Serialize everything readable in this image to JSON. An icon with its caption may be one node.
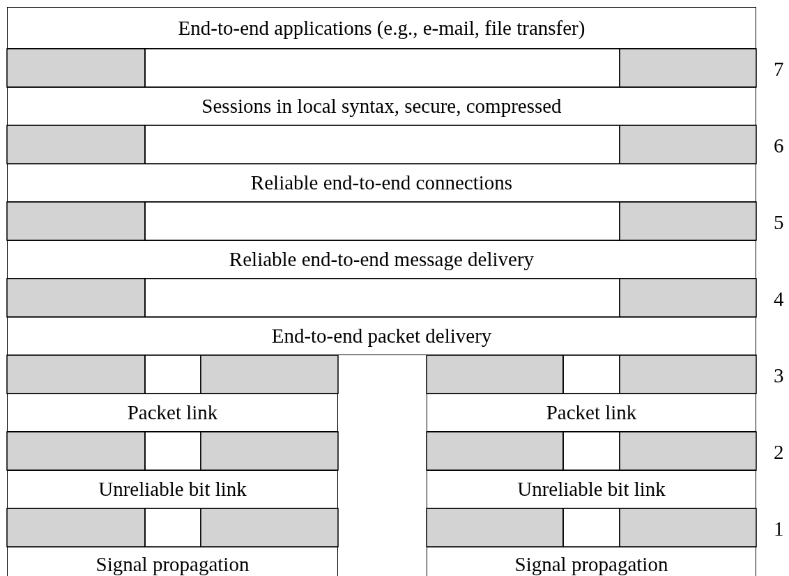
{
  "diagram": {
    "nodes": [
      {
        "text": [
          "End-to-end applications (e.g., e-mail, file transfer)"
        ]
      },
      {
        "text": [
          "Sessions in local syntax, secure, compressed"
        ]
      },
      {
        "text": [
          "Reliable end-to-end connections"
        ]
      },
      {
        "text": [
          "Reliable end-to-end message delivery"
        ]
      },
      {
        "text": [
          "End-to-end packet delivery"
        ]
      },
      {
        "text": [
          "Packet link"
        ]
      },
      {
        "text": [
          "Packet link"
        ]
      },
      {
        "text": [
          "Unreliable bit link"
        ]
      },
      {
        "text": [
          "Unreliable bit link"
        ]
      },
      {
        "text": [
          "Signal propagation"
        ]
      },
      {
        "text": [
          "Signal propagation"
        ]
      }
    ],
    "labels": [
      "7",
      "6",
      "5",
      "4",
      "3",
      "2",
      "1"
    ]
  }
}
